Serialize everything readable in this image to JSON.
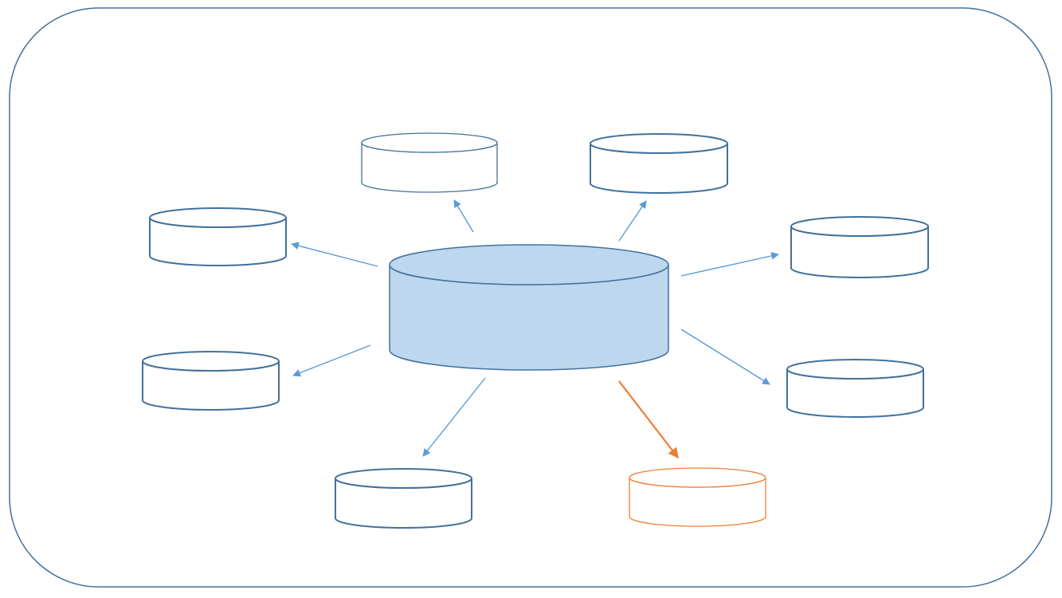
{
  "diagram": {
    "description_visible_text": "",
    "colors": {
      "frame_stroke": "#41719c",
      "hub_fill": "#bdd7ee",
      "hub_stroke": "#41719c",
      "node_stroke": "#41719c",
      "connector": "#5b9bd5",
      "highlight": "#ed7d31",
      "background": "#ffffff"
    },
    "hub": {
      "id": "hub",
      "label": ""
    },
    "nodes": [
      {
        "id": "top-left",
        "label": "",
        "highlight": false
      },
      {
        "id": "top-right",
        "label": "",
        "highlight": false
      },
      {
        "id": "left-upper",
        "label": "",
        "highlight": false
      },
      {
        "id": "right-upper",
        "label": "",
        "highlight": false
      },
      {
        "id": "left-lower",
        "label": "",
        "highlight": false
      },
      {
        "id": "right-lower",
        "label": "",
        "highlight": false
      },
      {
        "id": "bottom-left",
        "label": "",
        "highlight": false
      },
      {
        "id": "bottom-right",
        "label": "",
        "highlight": true
      }
    ],
    "edges": [
      {
        "from": "hub",
        "to": "top-left"
      },
      {
        "from": "hub",
        "to": "top-right"
      },
      {
        "from": "hub",
        "to": "left-upper"
      },
      {
        "from": "hub",
        "to": "right-upper"
      },
      {
        "from": "hub",
        "to": "left-lower"
      },
      {
        "from": "hub",
        "to": "right-lower"
      },
      {
        "from": "hub",
        "to": "bottom-left"
      },
      {
        "from": "hub",
        "to": "bottom-right"
      }
    ]
  }
}
